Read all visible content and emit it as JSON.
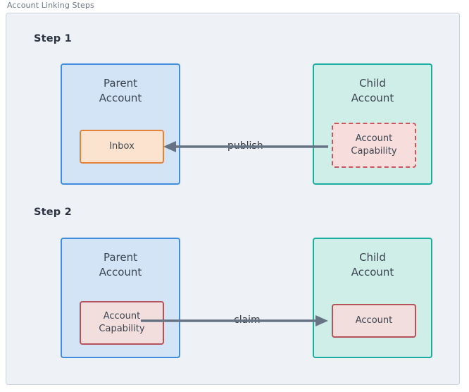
{
  "panel": {
    "title": "Account Linking Steps"
  },
  "steps": [
    {
      "label": "Step 1",
      "parent": {
        "title": "Parent\nAccount",
        "inner": {
          "label": "Inbox",
          "style": "solid-orange"
        }
      },
      "child": {
        "title": "Child\nAccount",
        "inner": {
          "label": "Account\nCapability",
          "style": "dashed-red"
        }
      },
      "edge": {
        "label": "publish",
        "direction": "right-to-left"
      }
    },
    {
      "label": "Step 2",
      "parent": {
        "title": "Parent\nAccount",
        "inner": {
          "label": "Account\nCapability",
          "style": "solid-red"
        }
      },
      "child": {
        "title": "Child\nAccount",
        "inner": {
          "label": "Account",
          "style": "solid-red"
        }
      },
      "edge": {
        "label": "claim",
        "direction": "left-to-right"
      }
    }
  ],
  "colors": {
    "panel_background": "#eef1f5",
    "panel_border": "#c9d2dd",
    "parent_fill": "#d4e4f7",
    "parent_border": "#3f8ede",
    "child_fill": "#cfeee8",
    "child_border": "#1bae9f",
    "inbox_fill": "#fce3cf",
    "inbox_border": "#e3833b",
    "capability_fill": "#f2dedd",
    "capability_border": "#b5525a",
    "arrow": "#667384",
    "title_text": "#6b7785",
    "step_text": "#2a3342",
    "body_text": "#3b4551"
  }
}
